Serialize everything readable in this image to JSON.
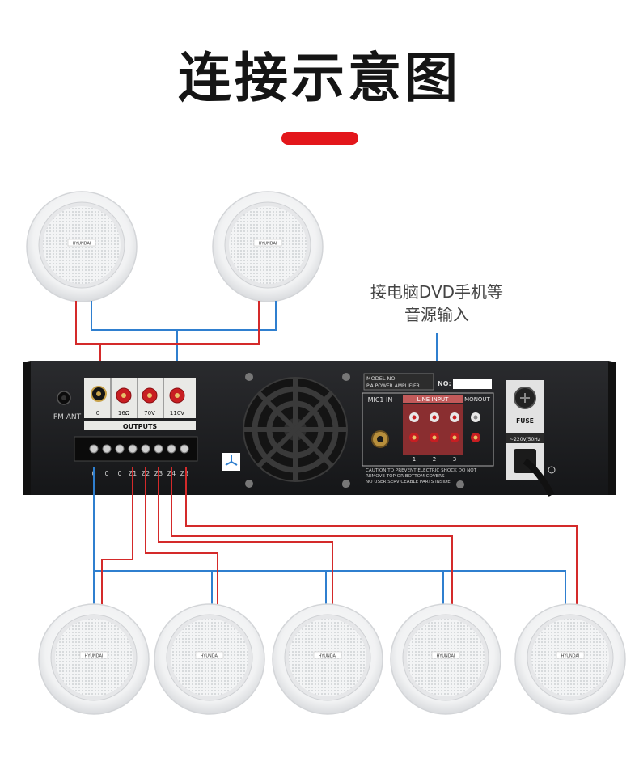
{
  "title": "连接示意图",
  "input_note_line1": "接电脑DVD手机等",
  "input_note_line2": "音源输入",
  "speaker_brand": "HYUNDAI",
  "amp": {
    "fm_ant": "FM ANT",
    "outputs_label": "OUTPUTS",
    "out_taps": [
      "0",
      "16Ω",
      "70V",
      "110V"
    ],
    "terminal_labels": [
      "0",
      "0",
      "0",
      "Z1",
      "Z2",
      "Z3",
      "Z4",
      "Z5"
    ],
    "model_label": "MODEL NO",
    "model_sub": "P.A POWER AMPLIFIER",
    "no_label": "NO:",
    "mic_in": "MIC1 IN",
    "line_input": "LINE INPUT",
    "monout": "MONOUT",
    "line_nums": [
      "1",
      "2",
      "3"
    ],
    "fuse": "FUSE",
    "power": "~220V/50Hz",
    "caution_1": "CAUTION TO PREVENT ELECTRIC SHOCK DO NOT",
    "caution_2": "REMOVE TOP OR BOTTOM COVERS",
    "caution_3": "NO USER SERVICEABLE PARTS INSIDE"
  },
  "colors": {
    "accent": "#e3161b",
    "wire_red": "#d42a2a",
    "wire_blue": "#2f7fcf",
    "amp_body": "#1e1f21"
  }
}
